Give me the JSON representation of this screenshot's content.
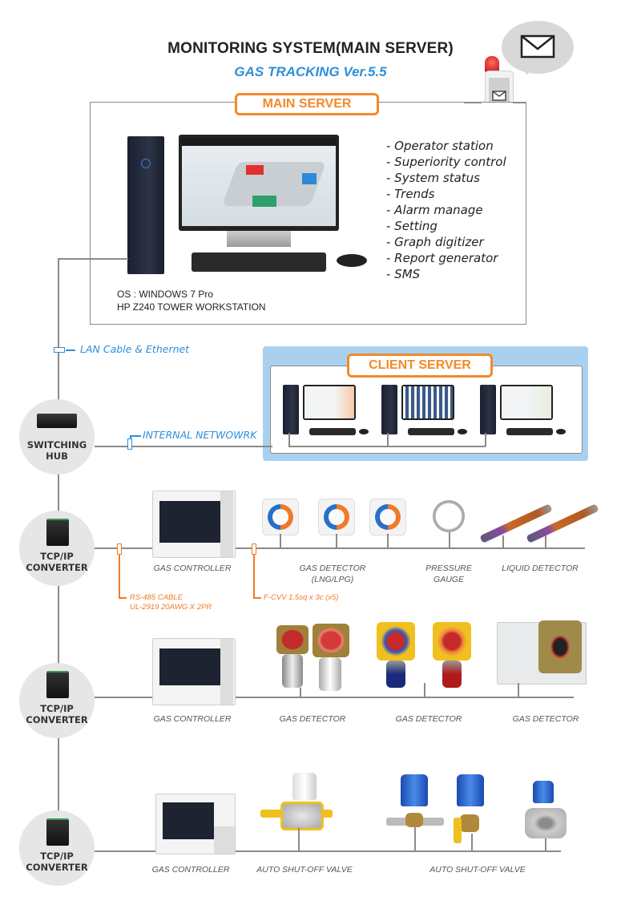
{
  "header": {
    "title": "MONITORING SYSTEM(MAIN SERVER)",
    "subtitle": "GAS TRACKING Ver.5.5"
  },
  "main_server": {
    "label": "MAIN SERVER",
    "features": [
      "- Operator station",
      "- Superiority control",
      "- System status",
      "- Trends",
      "- Alarm manage",
      "- Setting",
      "- Graph digitizer",
      "- Report generator",
      "- SMS"
    ],
    "os": "OS : WINDOWS 7 Pro",
    "hardware": "HP Z240 TOWER WORKSTATION",
    "notification_icons": [
      "envelope-icon",
      "phone-icon",
      "alarm-beacon-icon"
    ]
  },
  "network": {
    "lan_label": "LAN Cable & Ethernet",
    "internal_label": "INTERNAL NETWOWRK"
  },
  "client_server": {
    "label": "CLIENT SERVER",
    "workstations": 3
  },
  "hubs": {
    "switching_hub": [
      "SWITCHING",
      "HUB"
    ],
    "converters": [
      [
        "TCP/IP",
        "CONVERTER"
      ],
      [
        "TCP/IP",
        "CONVERTER"
      ],
      [
        "TCP/IP",
        "CONVERTER"
      ]
    ]
  },
  "cables": {
    "rs485": [
      "RS-485 CABLE",
      "UL-2919 20AWG X 2PR"
    ],
    "fcvv": "F-CVV 1.5sq x 3c (x5)"
  },
  "rows": [
    {
      "controller": "GAS CONTROLLER",
      "devices": [
        {
          "label": [
            "GAS DETECTOR",
            "(LNG/LPG)"
          ]
        },
        {
          "label": [
            "PRESSURE",
            "GAUGE"
          ]
        },
        {
          "label": [
            "LIQUID DETECTOR"
          ]
        }
      ]
    },
    {
      "controller": "GAS CONTROLLER",
      "devices": [
        {
          "label": [
            "GAS DETECTOR"
          ]
        },
        {
          "label": [
            "GAS DETECTOR"
          ]
        },
        {
          "label": [
            "GAS DETECTOR"
          ]
        }
      ]
    },
    {
      "controller": "GAS CONTROLLER",
      "devices": [
        {
          "label": [
            "AUTO SHUT-OFF VALVE"
          ]
        },
        {
          "label": [
            "AUTO SHUT-OFF VALVE"
          ]
        }
      ]
    }
  ],
  "colors": {
    "accent_orange": "#f28a2a",
    "accent_blue": "#2e8fd8",
    "client_bg": "#a9d1ef",
    "line_gray": "#8a8a8a"
  }
}
